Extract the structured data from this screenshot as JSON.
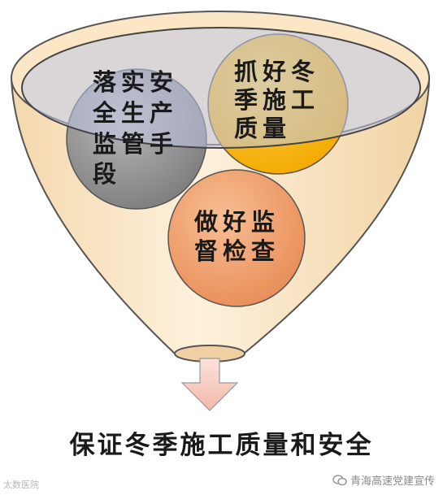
{
  "circles": {
    "gray": {
      "color": "#8f8f8f",
      "lines": [
        "落实安",
        "全生产",
        "监管手",
        "段"
      ]
    },
    "yellow": {
      "color": "#ffbf00",
      "lines": [
        "抓好冬",
        "季施工",
        "质量"
      ]
    },
    "orange": {
      "color": "#f2a06a",
      "lines": [
        "做好监",
        "督检查"
      ]
    }
  },
  "conclusion": "保证冬季施工质量和安全",
  "watermark_left": "太数医院",
  "watermark_right": "青海高速党建宣传",
  "icons": [
    "arrow-down-icon",
    "wechat-icon"
  ],
  "colors": {
    "funnel_body": "#fbe7c6",
    "funnel_rim": "#bfc7e6",
    "arrow_fill": "#f7c6bd"
  }
}
